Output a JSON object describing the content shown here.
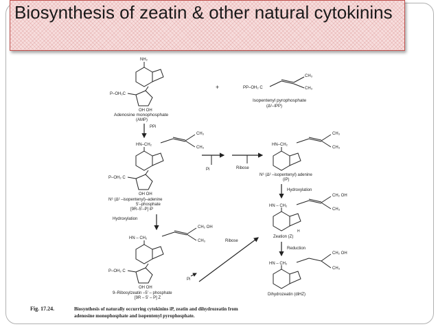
{
  "title": "Biosynthesis of zeatin & other natural cytokinins",
  "compounds": {
    "amp_nh2": "NH₂",
    "amp_phosphate": "P–OH₂C",
    "amp_oh": "OH  OH",
    "amp_name": "Adenosine monophosphate",
    "amp_abbr": "(AMP)",
    "plus": "+",
    "ipp_group": "PP–OH₂ C",
    "ipp_ch3_top": "CH₃",
    "ipp_ch3_bottom": "CH₃",
    "ipp_name": "Isopentenyl pyrophosphate",
    "ipp_abbr": "(Δ²–IPP)",
    "ppi": "PPi",
    "ipr_hn": "HN–CH₂",
    "ipr_ch3_top": "CH₃",
    "ipr_ch3_bottom": "CH₃",
    "ipr_phosphate": "P–OH₂ C",
    "ipr_oh": "OH  OH",
    "ipr_name_1": "N⁶ (Δ² –isopentenyl)–adenine",
    "ipr_name_2": "5'–phosphate",
    "ipr_name_3": "[9R–5'–P] iP",
    "pi_label": "Pi",
    "ribose_top": "Ribose",
    "ip_hn": "HN–CH₂",
    "ip_ch3_top": "CH₃",
    "ip_ch3_bottom": "CH₃",
    "ip_name": "N⁶ (Δ² –isopentenyl) adenine",
    "ip_abbr": "(iP)",
    "hydroxylation_right": "Hydroxylation",
    "z_hn": "HN – CH₂",
    "z_ch2oh": "CH₂ OH",
    "z_ch3": "CH₃",
    "z_h": "H",
    "z_name": "Zeation (Z)",
    "hydroxylation_left": "Hydroxylation",
    "rz_hn": "HN – CH₂",
    "rz_ch2oh": "CH₂ OH",
    "rz_ch3": "CH₃",
    "rz_phosphate": "P–OH₂ C",
    "rz_oh": "OH  OH",
    "rz_name": "9–Ribosylzeatin –5' – phosphate",
    "rz_abbr": "[9R – 5' – P] Z",
    "ribose_bottom": "Ribose",
    "pi_bottom": "Pi",
    "reduction": "Reduction",
    "dhz_hn": "HN – CH₂",
    "dhz_ch2oh": "CH₂ OH",
    "dhz_ch3": "CH₃",
    "dhz_name": "Dihydrozeatin (diHZ)"
  },
  "caption": {
    "label": "Fig. 17.24.",
    "line1": "Biosynthesis of naturally occurring cytokinins iP, zeatin and dihydrozeatin from",
    "line2": "adenosine monophosphate and isopentenyl pyrophosphate."
  }
}
